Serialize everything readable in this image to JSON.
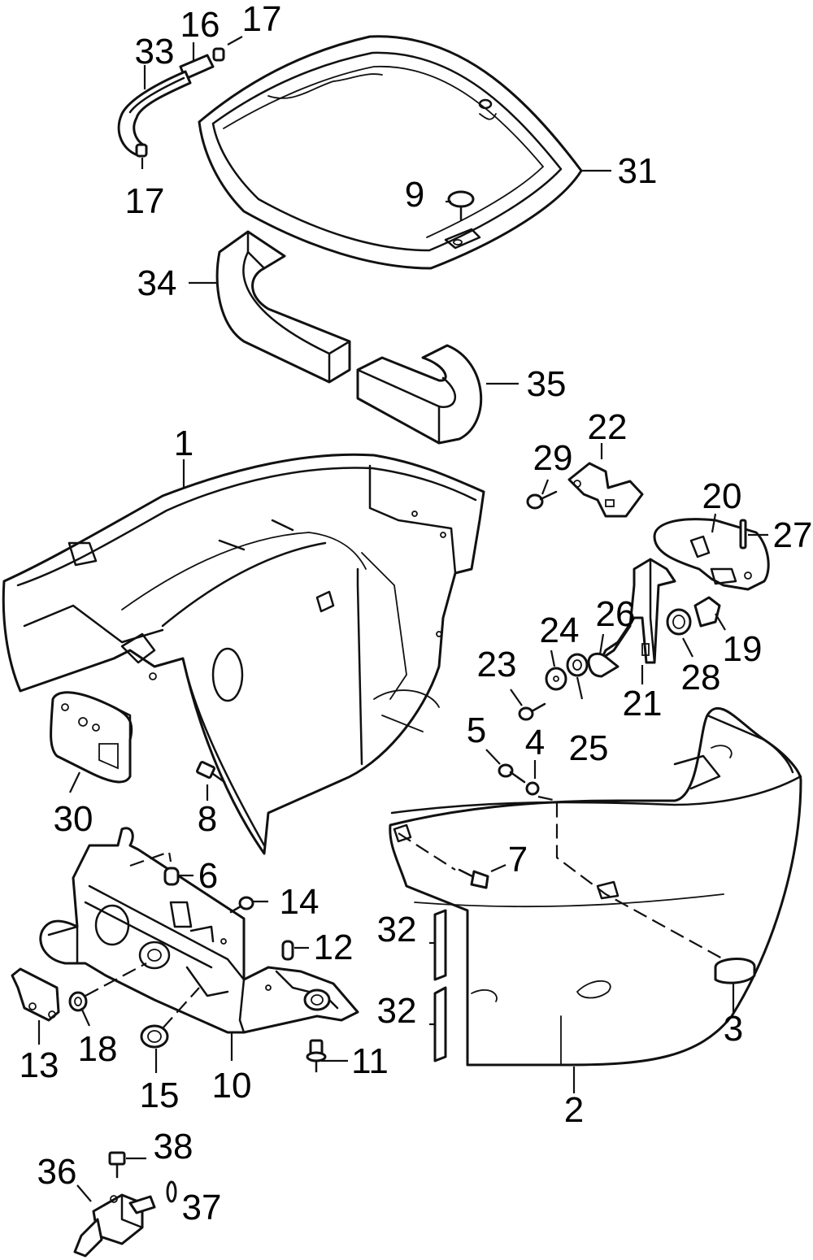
{
  "callouts": {
    "c1": "1",
    "c2": "2",
    "c3": "3",
    "c4": "4",
    "c5": "5",
    "c6": "6",
    "c7": "7",
    "c8": "8",
    "c9": "9",
    "c10": "10",
    "c11": "11",
    "c12": "12",
    "c13": "13",
    "c14": "14",
    "c15": "15",
    "c16": "16",
    "c17a": "17",
    "c17b": "17",
    "c18": "18",
    "c19": "19",
    "c20": "20",
    "c21": "21",
    "c22": "22",
    "c23": "23",
    "c24": "24",
    "c25": "25",
    "c26": "26",
    "c27": "27",
    "c28": "28",
    "c29": "29",
    "c30": "30",
    "c31": "31",
    "c32a": "32",
    "c32b": "32",
    "c33": "33",
    "c34": "34",
    "c35": "35",
    "c36": "36",
    "c37": "37",
    "c38": "38"
  },
  "parts": [
    "top-cowl-seal",
    "hose",
    "hose-clamp",
    "plug-cap",
    "foam-silencer-left",
    "foam-silencer-right",
    "lower-cowl-front",
    "lower-cowl-rear",
    "mount-bracket",
    "latch-handle",
    "latch-bracket",
    "latch-hook",
    "fitting",
    "cover-plate",
    "grommet",
    "seal-strip"
  ]
}
